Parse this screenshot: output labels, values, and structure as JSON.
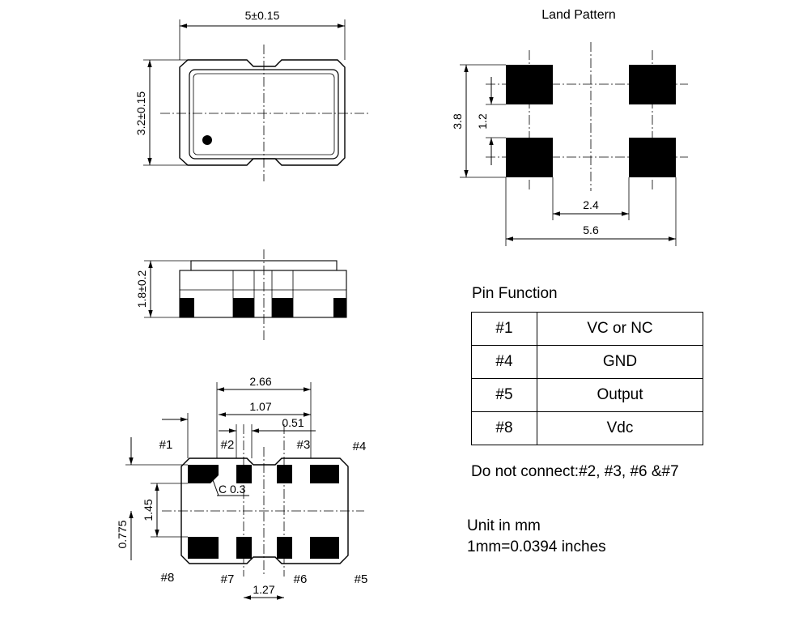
{
  "top_view": {
    "width_dim": "5±0.15",
    "height_dim": "3.2±0.15"
  },
  "side_view": {
    "height_dim": "1.8±0.2"
  },
  "bottom_view": {
    "dims": {
      "pad_span": "2.66",
      "pitch": "1.07",
      "pad_width": "0.51",
      "chamfer": "C 0.3",
      "pad_height": "1.45",
      "row_offset": "0.775",
      "center_gap": "1.27"
    },
    "pins": {
      "p1": "#1",
      "p2": "#2",
      "p3": "#3",
      "p4": "#4",
      "p5": "#5",
      "p6": "#6",
      "p7": "#7",
      "p8": "#8"
    }
  },
  "land_pattern": {
    "title": "Land Pattern",
    "total_height": "3.8",
    "pad_gap": "1.2",
    "inner_width": "2.4",
    "total_width": "5.6"
  },
  "pin_function": {
    "title": "Pin Function",
    "rows": [
      {
        "pin": "#1",
        "function": "VC or NC"
      },
      {
        "pin": "#4",
        "function": "GND"
      },
      {
        "pin": "#5",
        "function": "Output"
      },
      {
        "pin": "#8",
        "function": "Vdc"
      }
    ]
  },
  "notes": {
    "do_not_connect": "Do not connect:#2, #3, #6 &#7",
    "unit": "Unit in mm",
    "conversion": "1mm=0.0394 inches"
  }
}
